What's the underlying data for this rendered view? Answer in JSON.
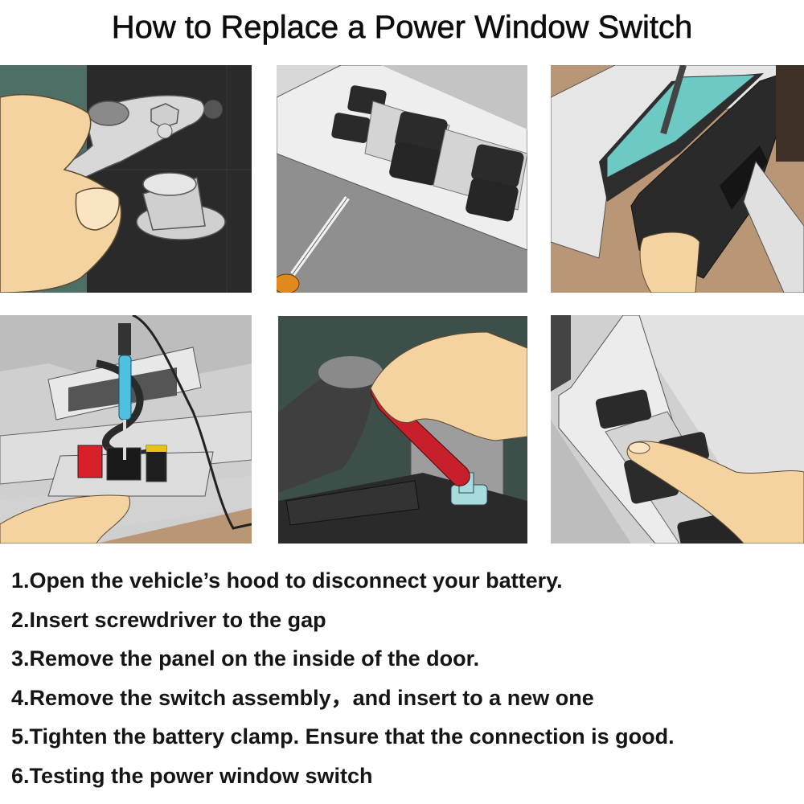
{
  "title": "How to Replace a Power Window Switch",
  "illustrations": [
    {
      "id": "battery-terminal",
      "depicts": "hand removing battery terminal clamp"
    },
    {
      "id": "screwdriver-gap",
      "depicts": "screwdriver inserted into switch panel gap"
    },
    {
      "id": "door-panel",
      "depicts": "hand removing inner door panel"
    },
    {
      "id": "switch-connectors",
      "depicts": "disconnecting switch assembly wire connectors"
    },
    {
      "id": "battery-clamp-wrench",
      "depicts": "hand tightening battery clamp with red wrench"
    },
    {
      "id": "test-switch",
      "depicts": "finger pressing power window switch"
    }
  ],
  "steps": [
    "1.Open the vehicle’s hood to disconnect your battery.",
    "2.Insert screwdriver to the gap",
    "3.Remove the panel on the inside of the door.",
    "4.Remove the switch assembly，and insert to a new one",
    "5.Tighten the battery clamp. Ensure that the connection is good.",
    "6.Testing the power window switch"
  ],
  "colors": {
    "text": "#151515",
    "skin": "#f5d3a0",
    "dark_panel": "#2b2b2b",
    "teal_bg": "#4d6f66",
    "glass": "#6cc9c4",
    "tan_ground": "#b89676",
    "light_gray": "#d9d9d9",
    "screwdriver_orange": "#e08a1e",
    "handle_blue": "#4fc0e0",
    "wrench_red": "#c8202a"
  }
}
